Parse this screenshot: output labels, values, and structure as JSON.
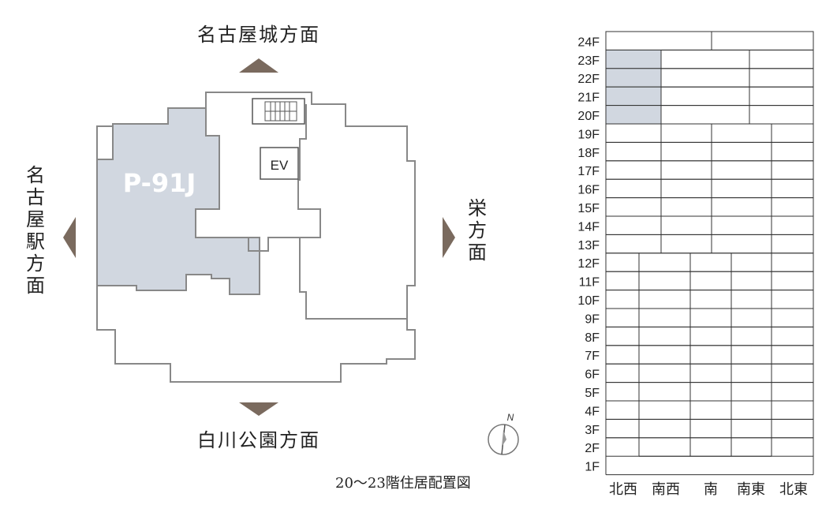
{
  "directions": {
    "top": "名古屋城方面",
    "bottom": "白川公園方面",
    "left": "名古屋駅方面",
    "right": "栄方面"
  },
  "unit_label": "P-91J",
  "ev_label": "EV",
  "compass_label": "N",
  "caption": "20〜23階住居配置図",
  "floors": [
    "24F",
    "23F",
    "22F",
    "21F",
    "20F",
    "19F",
    "18F",
    "17F",
    "16F",
    "15F",
    "14F",
    "13F",
    "12F",
    "11F",
    "10F",
    "9F",
    "8F",
    "7F",
    "6F",
    "5F",
    "4F",
    "3F",
    "2F",
    "1F"
  ],
  "columns": [
    "北西",
    "南西",
    "南",
    "南東",
    "北東"
  ],
  "highlighted_floors": [
    "23F",
    "22F",
    "21F",
    "20F"
  ],
  "colors": {
    "highlight": "#d1d7e0",
    "arrow": "#7a6a5e",
    "line": "#333333"
  }
}
